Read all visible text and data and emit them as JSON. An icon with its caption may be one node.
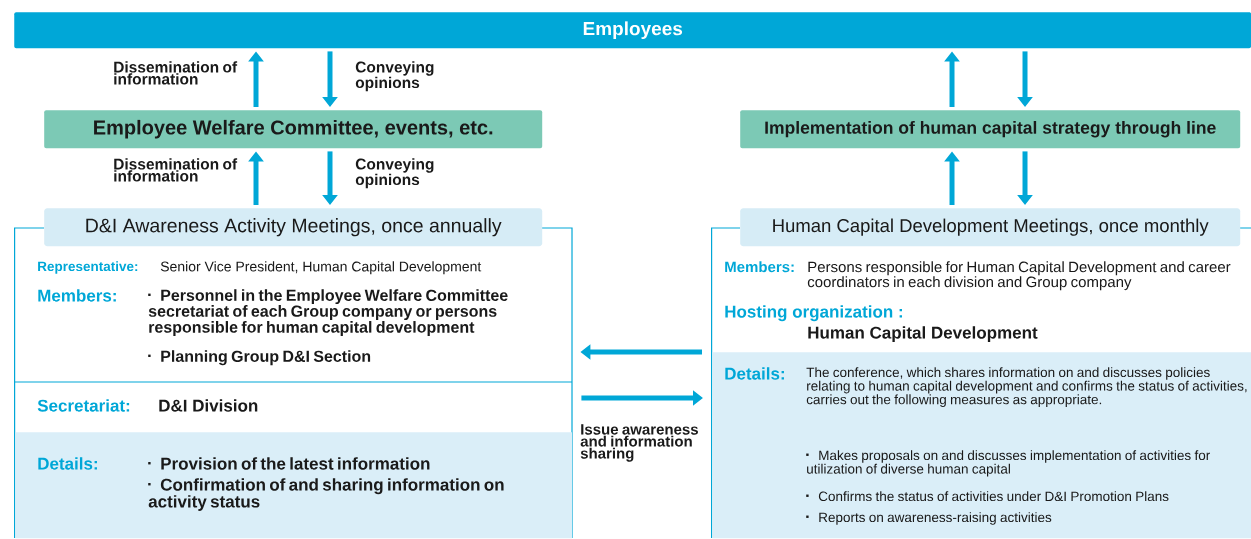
{
  "diagram": {
    "nodes": [
      {
        "text": [
          "Employees"
        ]
      },
      {
        "text": [
          "Employee Welfare Committee, events, etc."
        ]
      },
      {
        "text": [
          "Implementation of human capital strategy through line"
        ]
      },
      {
        "text": [
          "D&I Awareness Activity Meetings, once annually"
        ]
      },
      {
        "text": [
          "Representative:",
          "Senior Vice President, Human Capital Development",
          "Members:",
          "Personnel in the Employee Welfare Committee secretariat of each Group company or persons responsible for human capital development",
          "Planning Group D&I Section"
        ],
        "in": 3
      },
      {
        "text": [
          "Secretariat:",
          "D&I Division"
        ],
        "in": 3
      },
      {
        "text": [
          "Details:",
          "Provision of the latest information",
          "Confirmation of and sharing information on activity status"
        ],
        "in": 3
      },
      {
        "text": [
          "Human Capital Development Meetings, once monthly"
        ]
      },
      {
        "text": [
          "Members:",
          "Persons responsible for Human Capital Development and career coordinators in each division and Group company",
          "Hosting organization :",
          "Human Capital Development"
        ],
        "in": 7
      },
      {
        "text": [
          "Details:",
          "The conference, which shares information on and discusses policies relating to human capital development and confirms the status of activities, carries out the following measures as appropriate.",
          "Makes proposals on and discusses implementation of activities for utilization of diverse human capital",
          "Confirms the status of activities under D&I Promotion Plans",
          "Reports on awareness-raising activities"
        ],
        "in": 7
      }
    ],
    "edges": [
      {
        "from": 1,
        "to": 0,
        "arrow": "to",
        "label": "Dissemination of information"
      },
      {
        "from": 0,
        "to": 1,
        "arrow": "to",
        "label": "Conveying opinions"
      },
      {
        "from": 3,
        "to": 1,
        "arrow": "to",
        "label": "Dissemination of information"
      },
      {
        "from": 1,
        "to": 3,
        "arrow": "to",
        "label": "Conveying opinions"
      },
      {
        "from": 2,
        "to": 0,
        "arrow": "to"
      },
      {
        "from": 0,
        "to": 2,
        "arrow": "to"
      },
      {
        "from": 7,
        "to": 2,
        "arrow": "to"
      },
      {
        "from": 2,
        "to": 7,
        "arrow": "to"
      },
      {
        "from": 7,
        "to": 3,
        "arrow": "to"
      },
      {
        "from": 3,
        "to": 7,
        "arrow": "to",
        "label": "Issue awareness and information sharing"
      }
    ]
  }
}
